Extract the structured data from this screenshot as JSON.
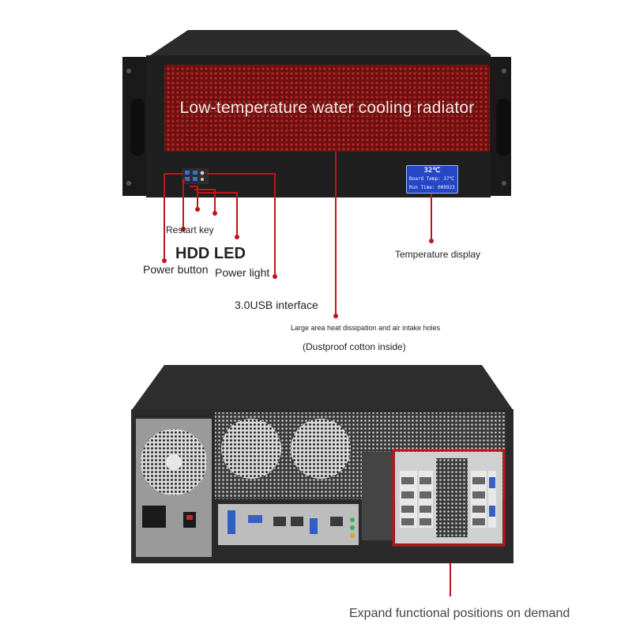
{
  "front": {
    "radiator_label": "Low-temperature water cooling radiator",
    "lcd": {
      "temperature": "32℃",
      "line2": "Board Temp: 37℃",
      "line3": "Run Time: 000923"
    }
  },
  "callouts": {
    "restart_key": "Restart key",
    "hdd_led": "HDD LED",
    "power_button": "Power button",
    "power_light": "Power light",
    "usb_interface": "3.0USB interface",
    "temperature_display": "Temperature display",
    "heat_dissipation": "Large area heat dissipation and air intake holes",
    "dustproof": "(Dustproof cotton inside)",
    "expand_positions": "Expand functional positions on demand"
  },
  "colors": {
    "callout_line": "#c0141c",
    "radiator_grille": "#7a1414",
    "lcd_background": "#2547c6",
    "chassis": "#1c1c1c"
  },
  "icons": [
    "power-icon",
    "restart-icon",
    "usb-port-icon",
    "fan-grille-icon",
    "ethernet-port-icon",
    "vga-port-icon",
    "serial-port-icon",
    "power-socket-icon"
  ]
}
